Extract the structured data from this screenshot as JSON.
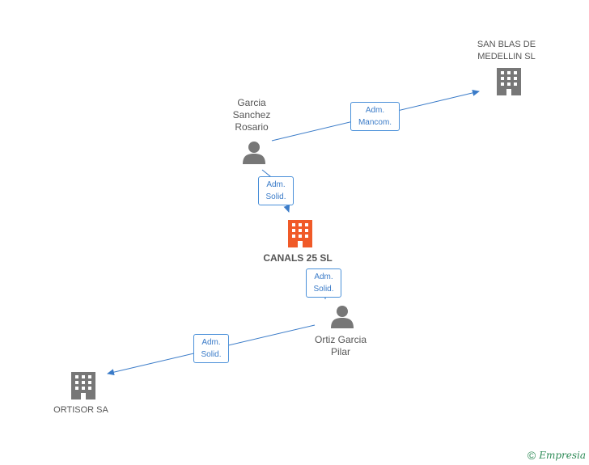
{
  "nodes": {
    "garcia_sanchez": {
      "label": "Garcia\nSanchez\nRosario"
    },
    "san_blas": {
      "label": "SAN BLAS DE\nMEDELLIN  SL"
    },
    "canals": {
      "label": "CANALS 25 SL"
    },
    "ortiz": {
      "label": "Ortiz Garcia\nPilar"
    },
    "ortisor": {
      "label": "ORTISOR SA"
    }
  },
  "edges": {
    "garcia_to_sanblas": {
      "line1": "Adm.",
      "line2": "Mancom."
    },
    "garcia_to_canals": {
      "line1": "Adm.",
      "line2": "Solid."
    },
    "ortiz_to_canals": {
      "line1": "Adm.",
      "line2": "Solid."
    },
    "ortiz_to_ortisor": {
      "line1": "Adm.",
      "line2": "Solid."
    }
  },
  "colors": {
    "edge": "#3a7bc8",
    "icon": "#777777",
    "main_icon": "#f05a28"
  },
  "footer": {
    "copyright": "©",
    "brand": "Empresia"
  }
}
